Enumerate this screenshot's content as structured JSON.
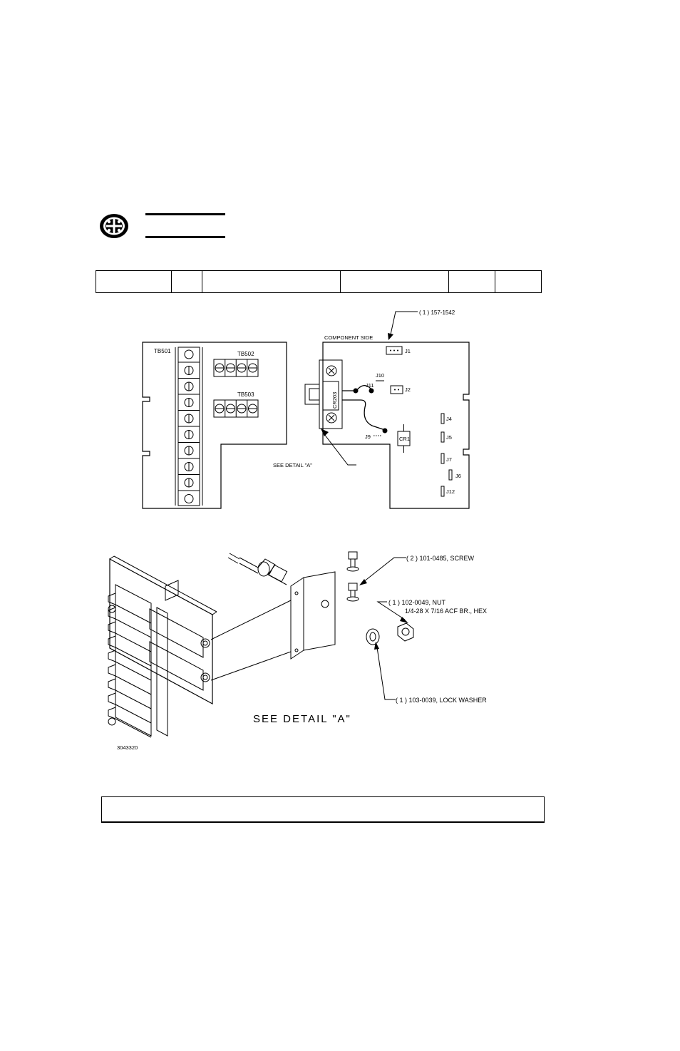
{
  "top_diagram": {
    "left_board": {
      "tb501": "TB501",
      "tb502": "TB502",
      "tb503": "TB503"
    },
    "right_board": {
      "component_side": "COMPONENT SIDE",
      "j1": "J1",
      "j2": "J2",
      "j4": "J4",
      "j5": "J5",
      "j6": "J6",
      "j7": "J7",
      "j9": "J9",
      "j10": "J10",
      "j11": "J11",
      "j12": "J12",
      "cr1": "CR1",
      "cr203": "CR203"
    },
    "callout_part": "( 1 )  157-1542",
    "see_detail": "SEE DETAIL \"A\""
  },
  "bottom_diagram": {
    "callout_screw": "( 2 )  101-0485, SCREW",
    "callout_nut_line1": "( 1 )  102-0049, NUT",
    "callout_nut_line2": "1/4-28 X 7/16 ACF BR., HEX",
    "callout_washer": "( 1 )  103-0039, LOCK WASHER",
    "detail_label": "SEE DETAIL \"A\"",
    "drawing_number": "3043320"
  }
}
